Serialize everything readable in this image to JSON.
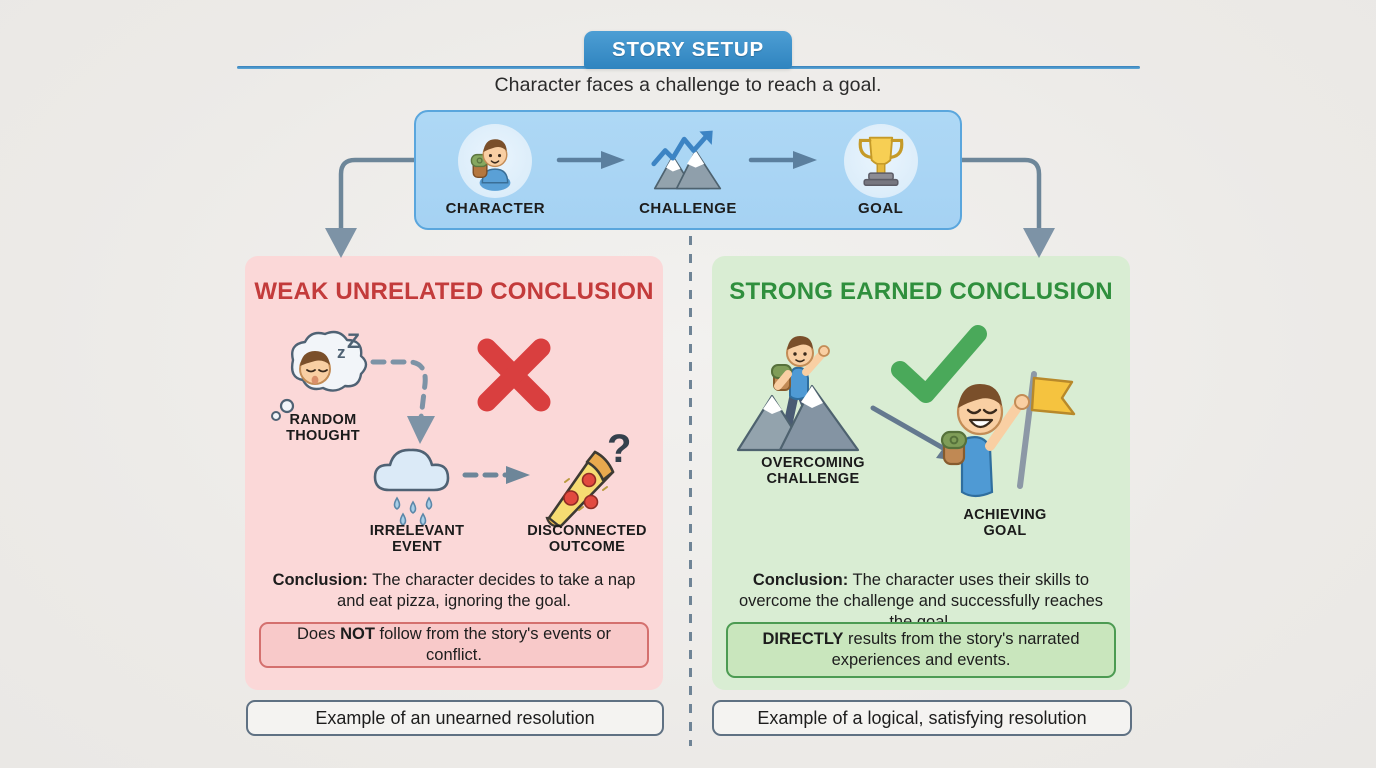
{
  "header": {
    "badge_label": "STORY SETUP",
    "subtitle": "Character faces a challenge to reach a goal.",
    "accent_color": "#3782bb"
  },
  "setup_flow": {
    "nodes": [
      {
        "icon": "hiker-character-icon",
        "label": "CHARACTER"
      },
      {
        "icon": "mountain-chart-challenge-icon",
        "label": "CHALLENGE"
      },
      {
        "icon": "trophy-goal-icon",
        "label": "GOAL"
      }
    ],
    "box_color": "#a5d2f3",
    "border_color": "#5aa6dd"
  },
  "panels": [
    {
      "id": "weak",
      "title": "WEAK UNRELATED CONCLUSION",
      "title_color": "#c33b3b",
      "background_color": "#fbd8d8",
      "verdict_icon": "red-cross-icon",
      "icons": [
        {
          "name": "sleeping-thought-cloud-icon",
          "caption_line1": "RANDOM",
          "caption_line2": "THOUGHT"
        },
        {
          "name": "rain-cloud-icon",
          "caption_line1": "IRRELEVANT",
          "caption_line2": "EVENT"
        },
        {
          "name": "pizza-slice-question-icon",
          "caption_line1": "DISCONNECTED",
          "caption_line2": "OUTCOME"
        }
      ],
      "conclusion_label": "Conclusion:",
      "conclusion_text": " The character decides to take a nap and eat pizza, ignoring the goal.",
      "emphasis_before": "Does ",
      "emphasis_strong": "NOT",
      "emphasis_after": " follow from the story's events or conflict.",
      "footer_caption": "Example of an unearned resolution"
    },
    {
      "id": "strong",
      "title": "STRONG EARNED CONCLUSION",
      "title_color": "#2f8f3d",
      "background_color": "#d9edd3",
      "verdict_icon": "green-check-icon",
      "icons": [
        {
          "name": "hiker-on-mountain-icon",
          "caption_line1": "OVERCOMING",
          "caption_line2": "CHALLENGE"
        },
        {
          "name": "hiker-with-flag-icon",
          "caption_line1": "ACHIEVING",
          "caption_line2": "GOAL"
        }
      ],
      "conclusion_label": "Conclusion:",
      "conclusion_text": " The character uses their skills to overcome the challenge and successfully reaches the goal.",
      "emphasis_strong": "DIRECTLY",
      "emphasis_after": " results from the story's narrated experiences and events.",
      "footer_caption": "Example of a logical, satisfying resolution"
    }
  ]
}
